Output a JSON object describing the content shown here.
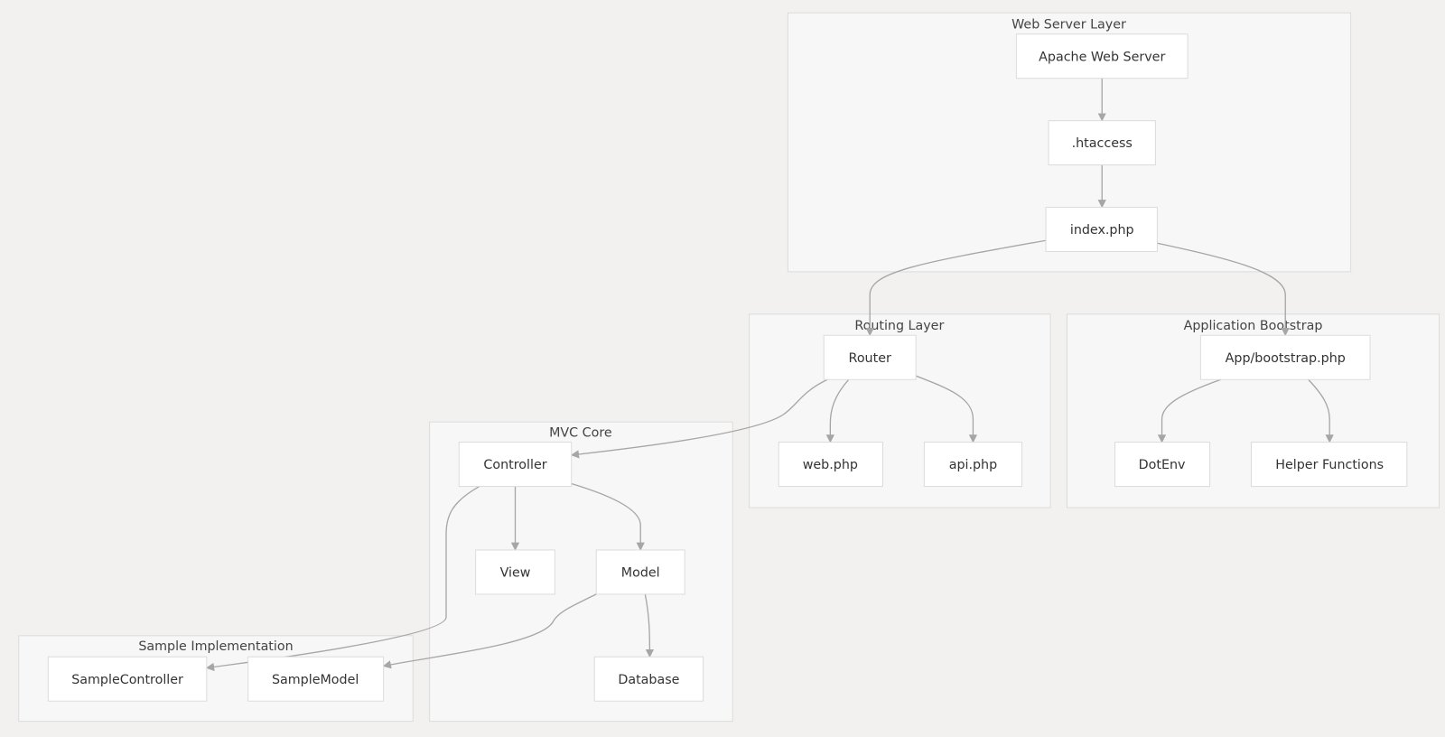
{
  "clusters": {
    "web_server": "Web Server Layer",
    "routing": "Routing Layer",
    "bootstrap": "Application Bootstrap",
    "mvc": "MVC Core",
    "sample": "Sample Implementation"
  },
  "nodes": {
    "apache": "Apache Web Server",
    "htaccess": ".htaccess",
    "index": "index.php",
    "router": "Router",
    "web": "web.php",
    "api": "api.php",
    "app_bootstrap": "App/bootstrap.php",
    "dotenv": "DotEnv",
    "helpers": "Helper Functions",
    "controller": "Controller",
    "view": "View",
    "model": "Model",
    "database": "Database",
    "sample_controller": "SampleController",
    "sample_model": "SampleModel"
  },
  "colors": {
    "background": "#f2f1ef",
    "cluster": "#f7f7f7",
    "node": "#ffffff",
    "edge": "#a6a6a6"
  }
}
